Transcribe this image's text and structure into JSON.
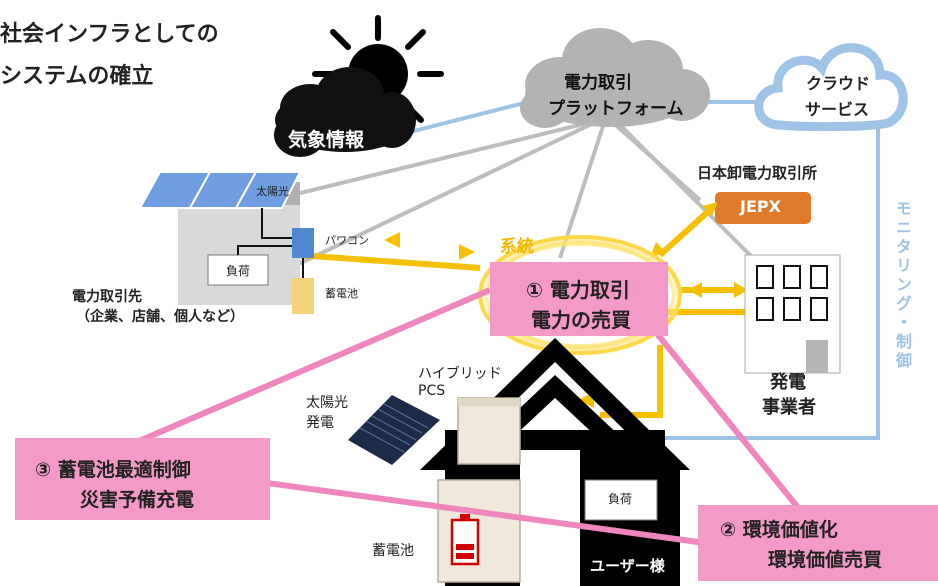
{
  "title": {
    "line1": "社会インフラとしての",
    "line2": "システムの確立"
  },
  "weather": {
    "label": "気象情報"
  },
  "platform": {
    "line1": "電力取引",
    "line2": "プラットフォーム"
  },
  "cloud": {
    "line1": "クラウド",
    "line2": "サービス"
  },
  "jepx": {
    "caption": "日本卸電力取引所",
    "label": "JEPX"
  },
  "monitoring": {
    "label": "モニタリング・制御"
  },
  "grid": {
    "label": "系統"
  },
  "center": {
    "num": "①",
    "line1": "電力取引",
    "line2": "電力の売買"
  },
  "client": {
    "solar": "太陽光",
    "pcs": "パワコン",
    "load": "負荷",
    "battery": "蓄電池",
    "caption1": "電力取引先",
    "caption2": "（企業、店舗、個人など）"
  },
  "generator": {
    "line1": "発電",
    "line2": "事業者"
  },
  "user": {
    "hybrid1": "ハイブリッド",
    "hybrid2": "PCS",
    "solar1": "太陽光",
    "solar2": "発電",
    "battery": "蓄電池",
    "load": "負荷",
    "name": "ユーザー様"
  },
  "callout3": {
    "line1": "③ 蓄電池最適制御",
    "line2": "災害予備充電"
  },
  "callout2": {
    "line1": "② 環境価値化",
    "line2": "環境価値売買"
  },
  "colors": {
    "pink": "#f49ac8",
    "pink_line": "#ef86bd",
    "orange": "#f5c000",
    "jepx": "#e07a2a",
    "gray_cloud": "#b3b3b3",
    "light_blue": "#9fc3e7",
    "panel_blue": "#4f7fcf"
  }
}
